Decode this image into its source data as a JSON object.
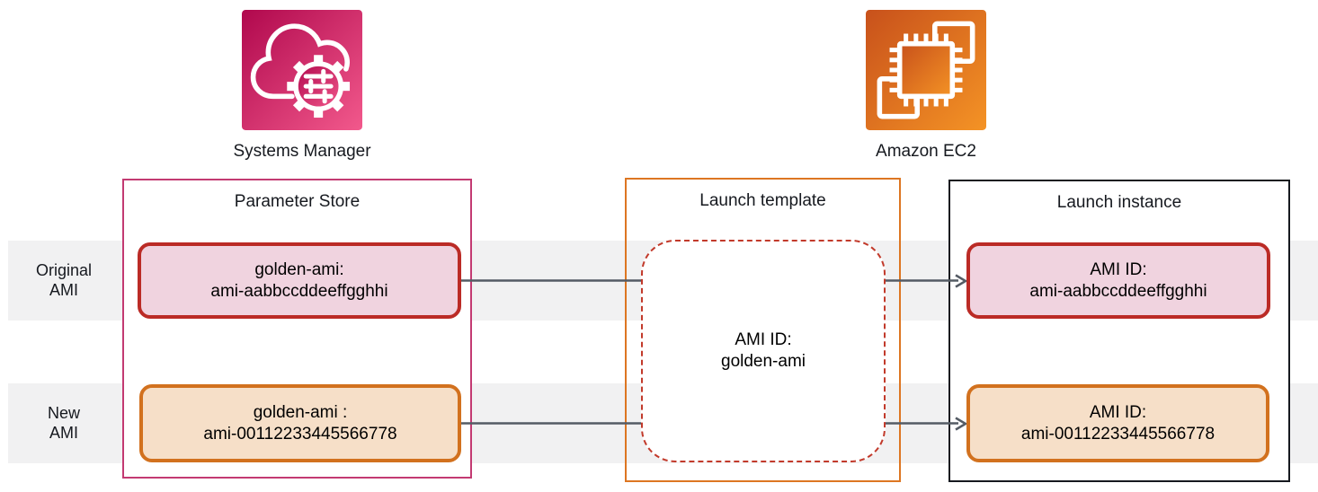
{
  "diagram": {
    "services": {
      "systems_manager": {
        "label": "Systems Manager"
      },
      "ec2": {
        "label": "Amazon EC2"
      }
    },
    "rows": {
      "original": {
        "line1": "Original",
        "line2": "AMI"
      },
      "new": {
        "line1": "New",
        "line2": "AMI"
      }
    },
    "parameter_store": {
      "title": "Parameter Store",
      "original": {
        "line1": "golden-ami:",
        "line2": "ami-aabbccddeeffgghhi"
      },
      "new": {
        "line1": "golden-ami :",
        "line2": "ami-00112233445566778"
      }
    },
    "launch_template": {
      "title": "Launch template",
      "content": {
        "line1": "AMI ID:",
        "line2": "golden-ami"
      }
    },
    "launch_instance": {
      "title": "Launch instance",
      "original": {
        "line1": "AMI ID:",
        "line2": "ami-aabbccddeeffgghhi"
      },
      "new": {
        "line1": "AMI ID:",
        "line2": "ami-00112233445566778"
      }
    },
    "colors": {
      "systems_manager_gradient_start": "#B0084D",
      "systems_manager_gradient_end": "#F2598C",
      "ec2_gradient_start": "#C8511B",
      "ec2_gradient_end": "#F49325",
      "parameter_store_border": "#C33A72",
      "launch_template_border": "#DD7622",
      "launch_instance_border": "#16191F",
      "original_pill_border": "#BB2B26",
      "original_pill_fill": "#F0D3DF",
      "new_pill_border": "#D2711E",
      "new_pill_fill": "#F6DFC8",
      "dashed_border": "#C23A2B",
      "connector": "#545B64",
      "row_band": "#F1F1F2"
    }
  }
}
